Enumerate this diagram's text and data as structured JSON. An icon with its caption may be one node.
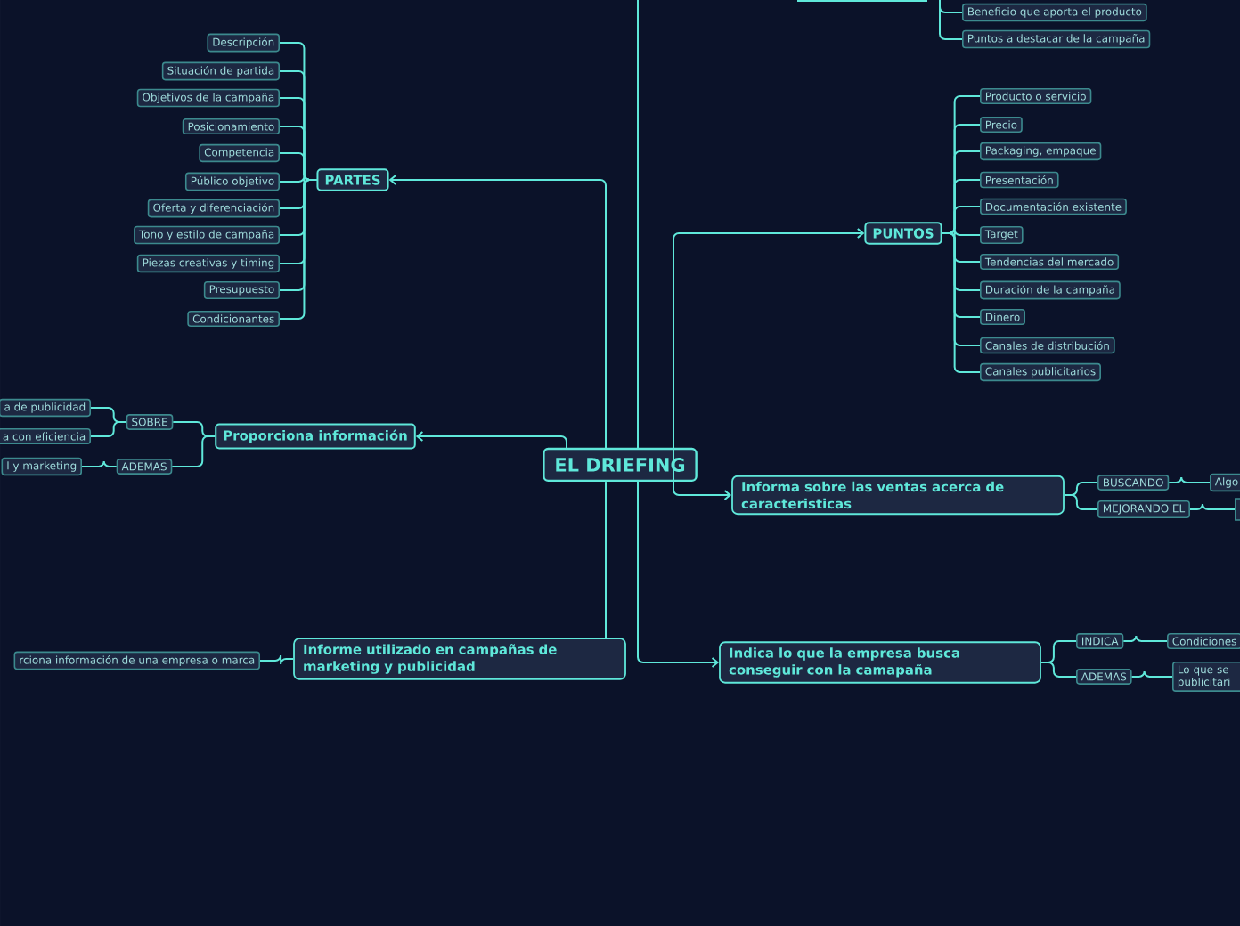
{
  "diagram": {
    "nodes": [
      {
        "text": [
          "EL DRIEFING"
        ]
      },
      {
        "text": [],
        "shape": "box"
      },
      {
        "text": [
          "Beneficio que aporta el producto"
        ]
      },
      {
        "text": [
          "Puntos a destacar de la campaña"
        ]
      },
      {
        "text": [
          "PARTES"
        ]
      },
      {
        "text": [
          "Descripción"
        ]
      },
      {
        "text": [
          "Situación de partida"
        ]
      },
      {
        "text": [
          "Objetivos de la campaña"
        ]
      },
      {
        "text": [
          "Posicionamiento"
        ]
      },
      {
        "text": [
          "Competencia"
        ]
      },
      {
        "text": [
          "Público objetivo"
        ]
      },
      {
        "text": [
          "Oferta y diferenciación"
        ]
      },
      {
        "text": [
          "Tono y estilo de campaña"
        ]
      },
      {
        "text": [
          "Piezas creativas y timing"
        ]
      },
      {
        "text": [
          "Presupuesto"
        ]
      },
      {
        "text": [
          "Condicionantes"
        ]
      },
      {
        "text": [
          "PUNTOS"
        ]
      },
      {
        "text": [
          "Producto o servicio"
        ]
      },
      {
        "text": [
          "Precio"
        ]
      },
      {
        "text": [
          "Packaging, empaque"
        ]
      },
      {
        "text": [
          "Presentación"
        ]
      },
      {
        "text": [
          "Documentación existente"
        ]
      },
      {
        "text": [
          "Target"
        ]
      },
      {
        "text": [
          "Tendencias del mercado"
        ]
      },
      {
        "text": [
          "Duración de la campaña"
        ]
      },
      {
        "text": [
          "Dinero"
        ]
      },
      {
        "text": [
          "Canales de distribución"
        ]
      },
      {
        "text": [
          "Canales publicitarios"
        ]
      },
      {
        "text": [
          "Proporciona información"
        ]
      },
      {
        "text": [
          "SOBRE"
        ]
      },
      {
        "text": [
          "a de publicidad"
        ]
      },
      {
        "text": [
          "a con eficiencia"
        ]
      },
      {
        "text": [
          "ADEMAS"
        ]
      },
      {
        "text": [
          "l y marketing"
        ]
      },
      {
        "text": [
          "Informa sobre las ventas acerca de caracteristicas"
        ]
      },
      {
        "text": [
          "BUSCANDO"
        ]
      },
      {
        "text": [
          "Algo"
        ]
      },
      {
        "text": [
          "MEJORANDO EL"
        ]
      },
      {
        "text": [],
        "shape": "box"
      },
      {
        "text": [
          "Indica lo que la empresa busca conseguir con la camapaña"
        ]
      },
      {
        "text": [
          "INDICA"
        ]
      },
      {
        "text": [
          "Condiciones"
        ]
      },
      {
        "text": [
          "ADEMAS"
        ]
      },
      {
        "text": [
          "Lo que se publicitari"
        ]
      },
      {
        "text": [
          "Informe utilizado en campañas de marketing y publicidad"
        ]
      },
      {
        "text": [
          "rciona información de una empresa o marca"
        ]
      }
    ],
    "edges": [
      {
        "from": 0,
        "to": 1,
        "arrow": "none"
      },
      {
        "from": 1,
        "to": 2,
        "arrow": "none"
      },
      {
        "from": 1,
        "to": 3,
        "arrow": "none"
      },
      {
        "from": 0,
        "to": 4,
        "arrow": "to"
      },
      {
        "from": 4,
        "to": 5,
        "arrow": "none"
      },
      {
        "from": 4,
        "to": 6,
        "arrow": "none"
      },
      {
        "from": 4,
        "to": 7,
        "arrow": "none"
      },
      {
        "from": 4,
        "to": 8,
        "arrow": "none"
      },
      {
        "from": 4,
        "to": 9,
        "arrow": "none"
      },
      {
        "from": 4,
        "to": 10,
        "arrow": "none"
      },
      {
        "from": 4,
        "to": 11,
        "arrow": "none"
      },
      {
        "from": 4,
        "to": 12,
        "arrow": "none"
      },
      {
        "from": 4,
        "to": 13,
        "arrow": "none"
      },
      {
        "from": 4,
        "to": 14,
        "arrow": "none"
      },
      {
        "from": 4,
        "to": 15,
        "arrow": "none"
      },
      {
        "from": 0,
        "to": 16,
        "arrow": "to"
      },
      {
        "from": 16,
        "to": 17,
        "arrow": "none"
      },
      {
        "from": 16,
        "to": 18,
        "arrow": "none"
      },
      {
        "from": 16,
        "to": 19,
        "arrow": "none"
      },
      {
        "from": 16,
        "to": 20,
        "arrow": "none"
      },
      {
        "from": 16,
        "to": 21,
        "arrow": "none"
      },
      {
        "from": 16,
        "to": 22,
        "arrow": "none"
      },
      {
        "from": 16,
        "to": 23,
        "arrow": "none"
      },
      {
        "from": 16,
        "to": 24,
        "arrow": "none"
      },
      {
        "from": 16,
        "to": 25,
        "arrow": "none"
      },
      {
        "from": 16,
        "to": 26,
        "arrow": "none"
      },
      {
        "from": 16,
        "to": 27,
        "arrow": "none"
      },
      {
        "from": 0,
        "to": 28,
        "arrow": "to"
      },
      {
        "from": 28,
        "to": 29,
        "arrow": "none"
      },
      {
        "from": 29,
        "to": 30,
        "arrow": "none"
      },
      {
        "from": 29,
        "to": 31,
        "arrow": "none"
      },
      {
        "from": 28,
        "to": 32,
        "arrow": "none"
      },
      {
        "from": 32,
        "to": 33,
        "arrow": "none"
      },
      {
        "from": 0,
        "to": 34,
        "arrow": "to"
      },
      {
        "from": 34,
        "to": 35,
        "arrow": "none"
      },
      {
        "from": 35,
        "to": 36,
        "arrow": "none"
      },
      {
        "from": 34,
        "to": 37,
        "arrow": "none"
      },
      {
        "from": 37,
        "to": 38,
        "arrow": "none"
      },
      {
        "from": 0,
        "to": 39,
        "arrow": "to"
      },
      {
        "from": 39,
        "to": 40,
        "arrow": "none"
      },
      {
        "from": 40,
        "to": 41,
        "arrow": "none"
      },
      {
        "from": 39,
        "to": 42,
        "arrow": "none"
      },
      {
        "from": 42,
        "to": 43,
        "arrow": "none"
      },
      {
        "from": 0,
        "to": 44,
        "arrow": "none"
      },
      {
        "from": 44,
        "to": 45,
        "arrow": "none"
      }
    ]
  }
}
